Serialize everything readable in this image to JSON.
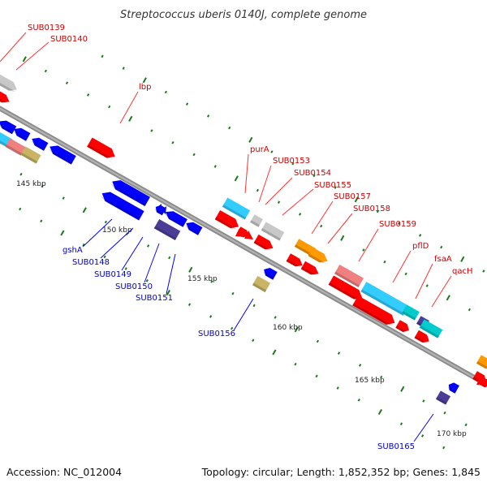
{
  "title": "Streptococcus uberis 0140J, complete genome",
  "footer": {
    "accession": "Accession: NC_012004",
    "summary": "Topology: circular; Length: 1,852,352 bp; Genes: 1,845"
  },
  "colors": {
    "backbone": "#8c8c8c",
    "red": "#ff0000",
    "blue": "#0000ff",
    "grey": "#c8c8c8",
    "cyan": "#33ccff",
    "pink": "#f08080",
    "khaki": "#c8b464",
    "darkslate": "#4b3c96",
    "orange": "#ff9900",
    "turquoise": "#00cccc",
    "tickgreen": "#1a7a1a",
    "label_red": "#cc0000",
    "label_blue": "#0000cc",
    "label_line_red": "#ff3333",
    "label_line_blue": "#0000ff"
  },
  "ticks": [
    "145 kbp",
    "150 kbp",
    "155 kbp",
    "160 kbp",
    "165 kbp",
    "170 kbp"
  ],
  "labels": [
    {
      "text": "SUB0139",
      "strand": "forward"
    },
    {
      "text": "SUB0140",
      "strand": "forward"
    },
    {
      "text": "lbp",
      "strand": "forward"
    },
    {
      "text": "purA",
      "strand": "forward"
    },
    {
      "text": "SUB0153",
      "strand": "forward"
    },
    {
      "text": "SUB0154",
      "strand": "forward"
    },
    {
      "text": "SUB0155",
      "strand": "forward"
    },
    {
      "text": "SUB0157",
      "strand": "forward"
    },
    {
      "text": "SUB0158",
      "strand": "forward"
    },
    {
      "text": "SUB0159",
      "strand": "forward"
    },
    {
      "text": "pflD",
      "strand": "forward"
    },
    {
      "text": "fsaA",
      "strand": "forward"
    },
    {
      "text": "qacH",
      "strand": "forward"
    },
    {
      "text": "gshA",
      "strand": "reverse"
    },
    {
      "text": "SUB0148",
      "strand": "reverse"
    },
    {
      "text": "SUB0149",
      "strand": "reverse"
    },
    {
      "text": "SUB0150",
      "strand": "reverse"
    },
    {
      "text": "SUB0151",
      "strand": "reverse"
    },
    {
      "text": "SUB0156",
      "strand": "reverse"
    },
    {
      "text": "SUB0165",
      "strand": "reverse"
    }
  ]
}
